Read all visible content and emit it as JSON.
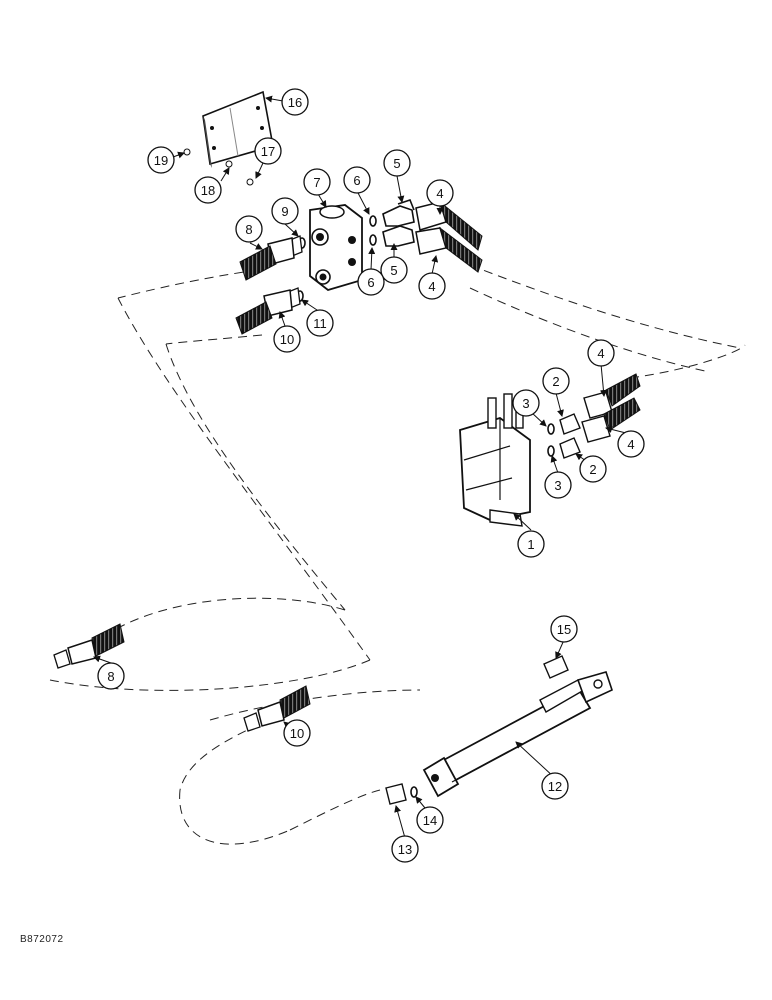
{
  "figure_code": "B872072",
  "callouts": [
    {
      "id": "c1",
      "label": "1"
    },
    {
      "id": "c2a",
      "label": "2"
    },
    {
      "id": "c2b",
      "label": "2"
    },
    {
      "id": "c3a",
      "label": "3"
    },
    {
      "id": "c3b",
      "label": "3"
    },
    {
      "id": "c4a",
      "label": "4"
    },
    {
      "id": "c4b",
      "label": "4"
    },
    {
      "id": "c4c",
      "label": "4"
    },
    {
      "id": "c4d",
      "label": "4"
    },
    {
      "id": "c5a",
      "label": "5"
    },
    {
      "id": "c5b",
      "label": "5"
    },
    {
      "id": "c6a",
      "label": "6"
    },
    {
      "id": "c6b",
      "label": "6"
    },
    {
      "id": "c7",
      "label": "7"
    },
    {
      "id": "c8a",
      "label": "8"
    },
    {
      "id": "c8b",
      "label": "8"
    },
    {
      "id": "c9",
      "label": "9"
    },
    {
      "id": "c10a",
      "label": "10"
    },
    {
      "id": "c10b",
      "label": "10"
    },
    {
      "id": "c11",
      "label": "11"
    },
    {
      "id": "c12",
      "label": "12"
    },
    {
      "id": "c13",
      "label": "13"
    },
    {
      "id": "c14",
      "label": "14"
    },
    {
      "id": "c15",
      "label": "15"
    },
    {
      "id": "c16",
      "label": "16"
    },
    {
      "id": "c17",
      "label": "17"
    },
    {
      "id": "c18",
      "label": "18"
    },
    {
      "id": "c19",
      "label": "19"
    }
  ]
}
